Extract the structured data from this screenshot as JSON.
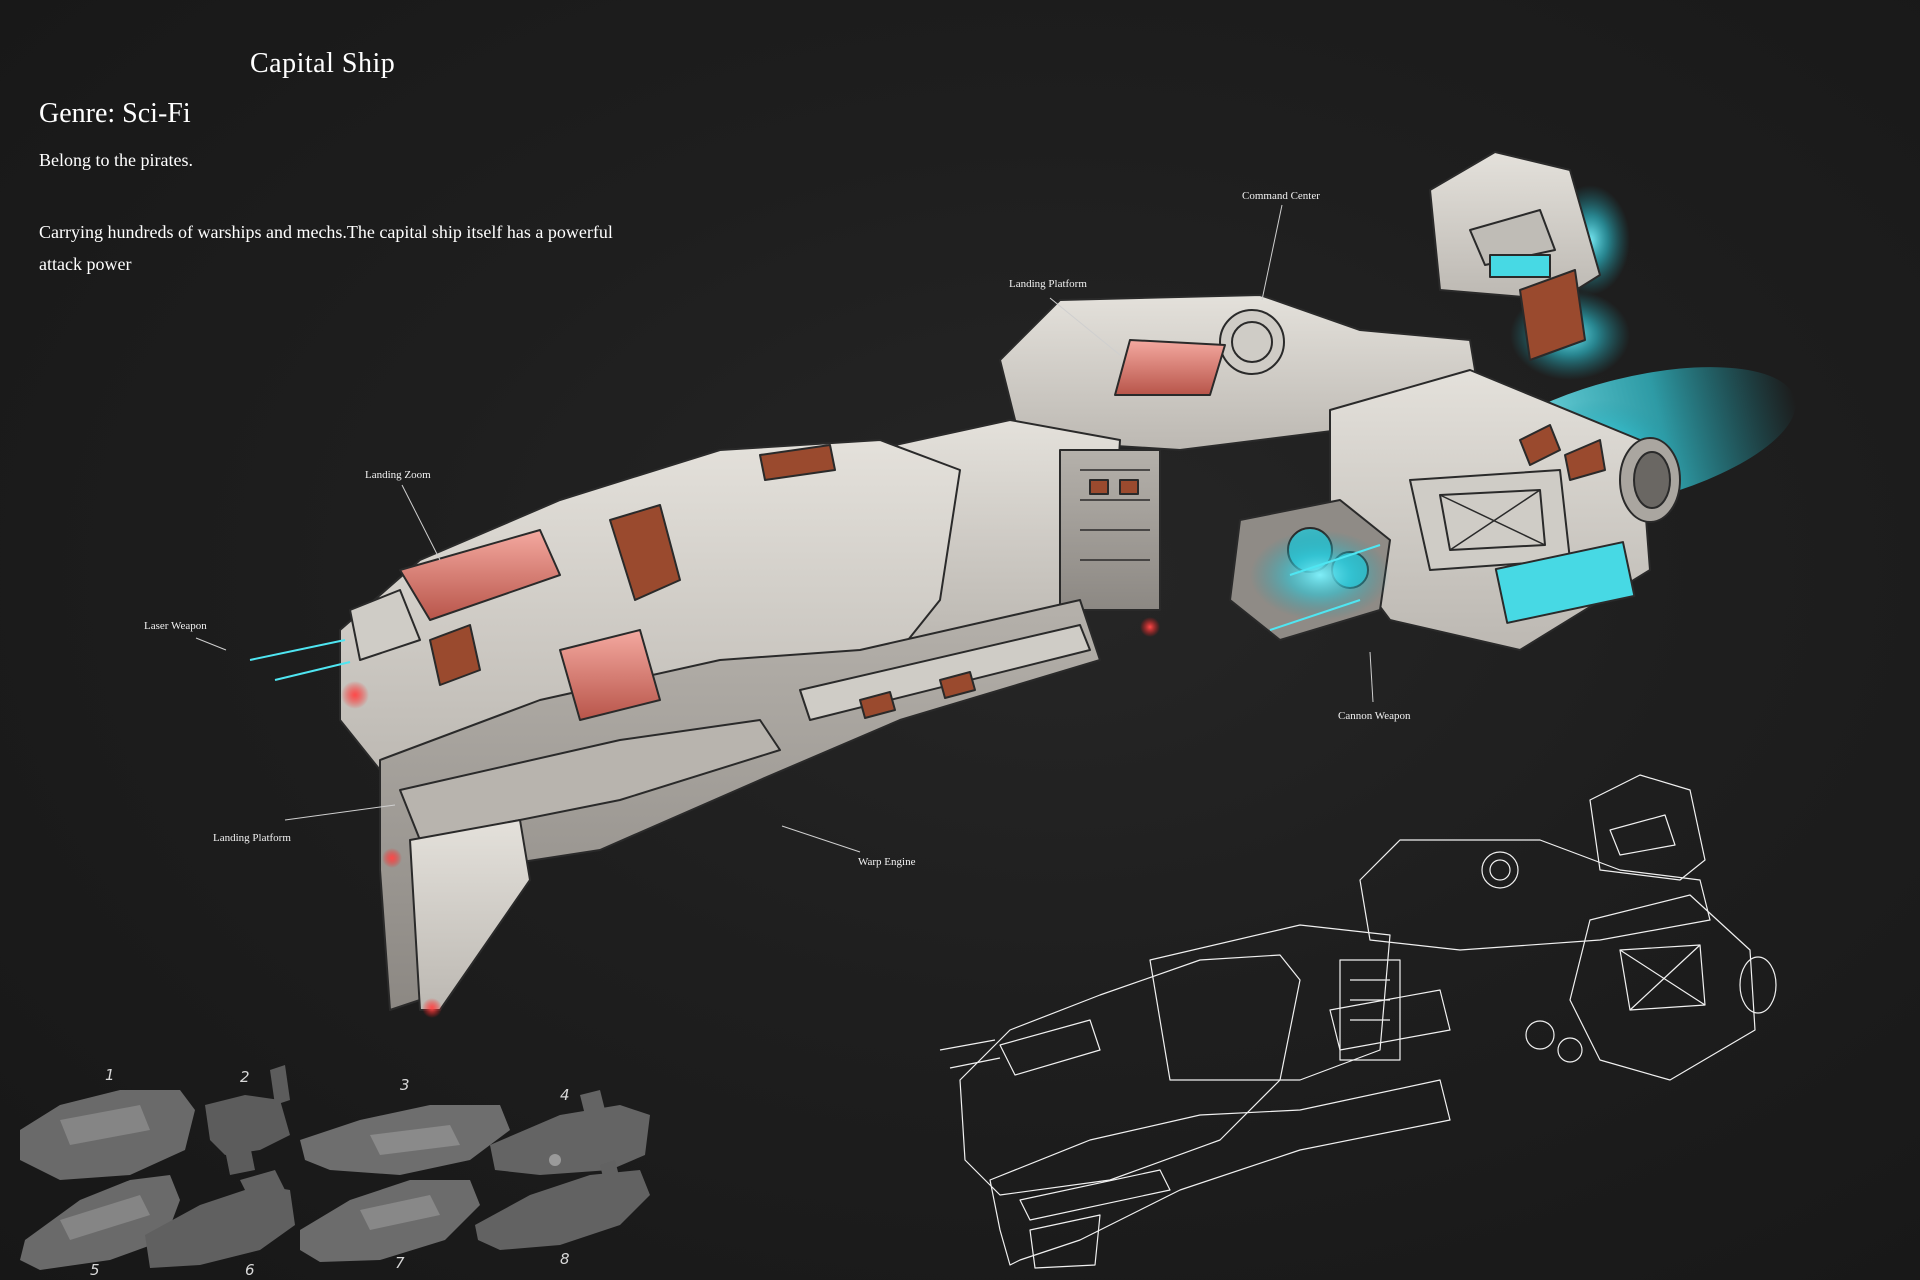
{
  "header": {
    "title": "Capital Ship",
    "genre": "Genre: Sci-Fi",
    "description_1": "Belong to the pirates.",
    "description_2": "Carrying hundreds of warships and mechs.The capital ship itself has a powerful attack power"
  },
  "callouts": {
    "command_center": "Command Center",
    "landing_platform_top": "Landing Platform",
    "landing_zoom": "Landing Zoom",
    "laser_weapon": "Laser Weapon",
    "cannon_weapon": "Cannon Weapon",
    "landing_platform_bottom": "Landing Platform",
    "warp_engine": "Warp Engine"
  },
  "thumbnails": {
    "numbers": [
      "1",
      "2",
      "3",
      "4",
      "5",
      "6",
      "7",
      "8"
    ]
  },
  "colors": {
    "background": "#1e1e1e",
    "hull": "#d9d6d0",
    "hull_shadow": "#9c9893",
    "rust_accent": "#9a4a2e",
    "engine_glow": "#3ed8e6",
    "red_light": "#ff2a2a"
  }
}
